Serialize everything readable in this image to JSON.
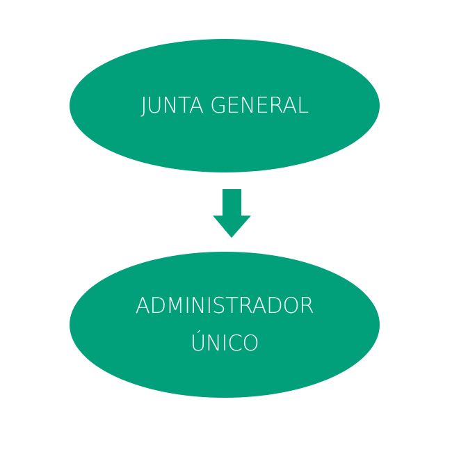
{
  "colors": {
    "node_fill": "#02a07a",
    "text": "#ffffff",
    "background": "#ffffff"
  },
  "nodes": [
    {
      "lines": [
        "JUNTA GENERAL"
      ]
    },
    {
      "lines": [
        "ADMINISTRADOR",
        "ÚNICO"
      ]
    }
  ],
  "edges": [
    {
      "from": 0,
      "to": 1,
      "icon": "down-arrow"
    }
  ]
}
